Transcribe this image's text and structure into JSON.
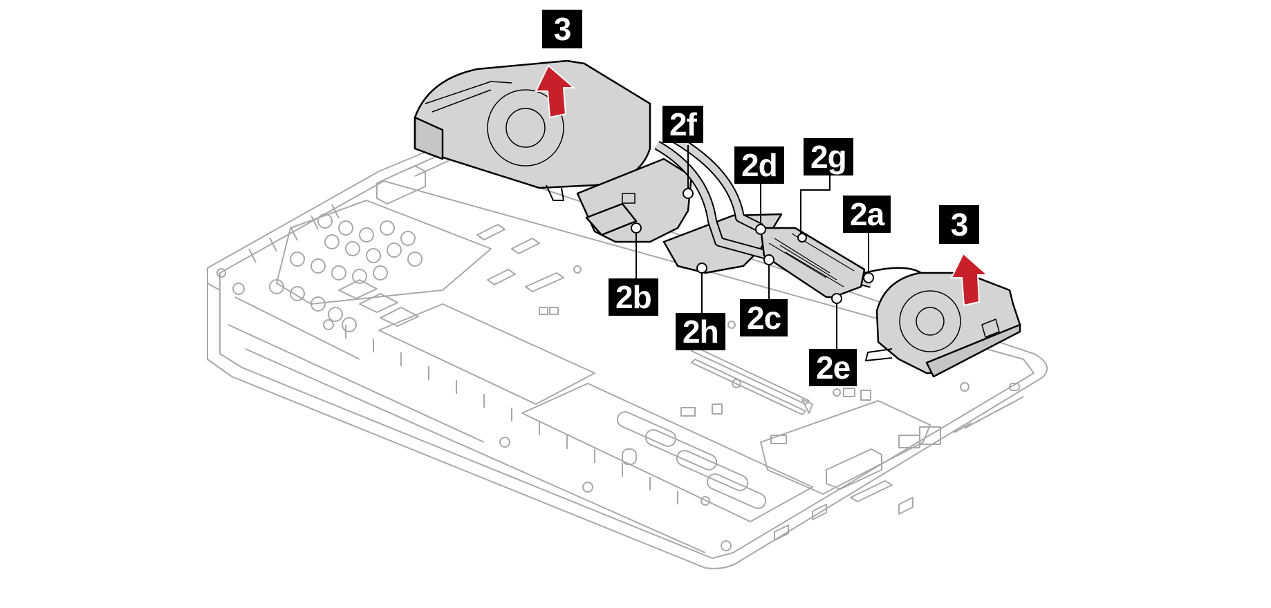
{
  "diagram": {
    "callouts": {
      "step_left": "3",
      "step_right": "3",
      "screw_2a": "2a",
      "screw_2b": "2b",
      "screw_2c": "2c",
      "screw_2d": "2d",
      "screw_2e": "2e",
      "screw_2f": "2f",
      "screw_2g": "2g",
      "screw_2h": "2h"
    },
    "colors": {
      "arrow": "#c8202a",
      "part_fill": "#d4d4d4",
      "part_stroke": "#000000",
      "chassis_stroke": "#a8a8a8",
      "callout_bg": "#000000",
      "callout_text": "#ffffff"
    },
    "icons": {
      "lift_arrow": "arrow-up-icon"
    }
  }
}
